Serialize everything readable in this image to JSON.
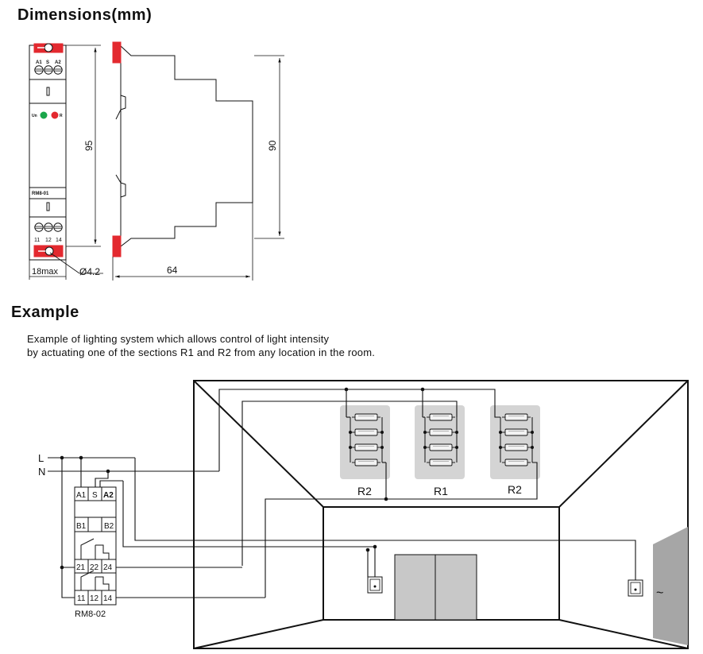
{
  "headings": {
    "dimensions": "Dimensions(mm)",
    "example": "Example"
  },
  "description": {
    "line1": "Example of lighting system which allows control of light intensity",
    "line2": "by actuating one of the sections R1 and R2 from any location in the room."
  },
  "relay_front": {
    "top_terminals": [
      "A1",
      "S",
      "A2"
    ],
    "led_un": "Un",
    "led_r": "R",
    "model": "RM8-01",
    "bottom_terminals": [
      "11",
      "12",
      "14"
    ]
  },
  "dimensions": {
    "height_95": "95",
    "height_90": "90",
    "width_18": "18max",
    "hole": "Ø4.2",
    "depth_64": "64"
  },
  "wiring": {
    "line_L": "L",
    "line_N": "N",
    "relay_terminals": [
      "A1",
      "S",
      "A2",
      "B1",
      "B2",
      "21",
      "22",
      "24",
      "11",
      "12",
      "14"
    ],
    "relay_label": "RM8-02",
    "fixtures": [
      "R2",
      "R1",
      "R2"
    ],
    "ac_symbol": "~"
  },
  "colors": {
    "clip_red": "#e3292f",
    "led_green": "#1aa64a",
    "led_red": "#e3292f",
    "fixture_fill": "#d4d4d4",
    "door_fill": "#c8c8c8",
    "wall_fill": "#a6a6a6"
  }
}
